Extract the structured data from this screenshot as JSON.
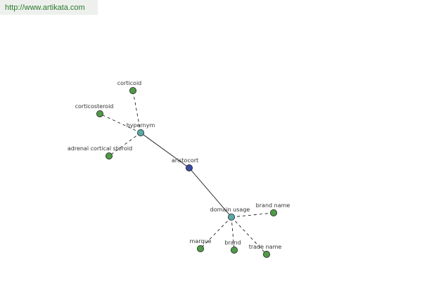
{
  "header": {
    "url": "http://www.artikata.com"
  },
  "graph": {
    "colors": {
      "root": "#3a4aa0",
      "connector": "#5aa8a8",
      "leaf": "#4f9a47",
      "node_stroke": "#1e1e1e",
      "edge": "#000000"
    },
    "nodes": [
      {
        "id": "aristocort",
        "label": "aristocort",
        "kind": "root"
      },
      {
        "id": "hypernym",
        "label": "hypernym",
        "kind": "connector"
      },
      {
        "id": "domain-usage",
        "label": "domain usage",
        "kind": "connector"
      },
      {
        "id": "corticoid",
        "label": "corticoid",
        "kind": "leaf"
      },
      {
        "id": "corticosteroid",
        "label": "corticosteroid",
        "kind": "leaf"
      },
      {
        "id": "adrenal-cortical-steroid",
        "label": "adrenal cortical steroid",
        "kind": "leaf"
      },
      {
        "id": "brand-name",
        "label": "brand name",
        "kind": "leaf"
      },
      {
        "id": "marque",
        "label": "marque",
        "kind": "leaf"
      },
      {
        "id": "brand",
        "label": "brand",
        "kind": "leaf"
      },
      {
        "id": "trade-name",
        "label": "trade name",
        "kind": "leaf"
      }
    ],
    "edges": [
      {
        "from": "aristocort",
        "to": "hypernym",
        "style": "solid"
      },
      {
        "from": "aristocort",
        "to": "domain-usage",
        "style": "solid"
      },
      {
        "from": "hypernym",
        "to": "corticoid",
        "style": "dashed"
      },
      {
        "from": "hypernym",
        "to": "corticosteroid",
        "style": "dashed"
      },
      {
        "from": "hypernym",
        "to": "adrenal-cortical-steroid",
        "style": "dashed"
      },
      {
        "from": "domain-usage",
        "to": "brand-name",
        "style": "dashed"
      },
      {
        "from": "domain-usage",
        "to": "marque",
        "style": "dashed"
      },
      {
        "from": "domain-usage",
        "to": "brand",
        "style": "dashed"
      },
      {
        "from": "domain-usage",
        "to": "trade-name",
        "style": "dashed"
      }
    ]
  }
}
